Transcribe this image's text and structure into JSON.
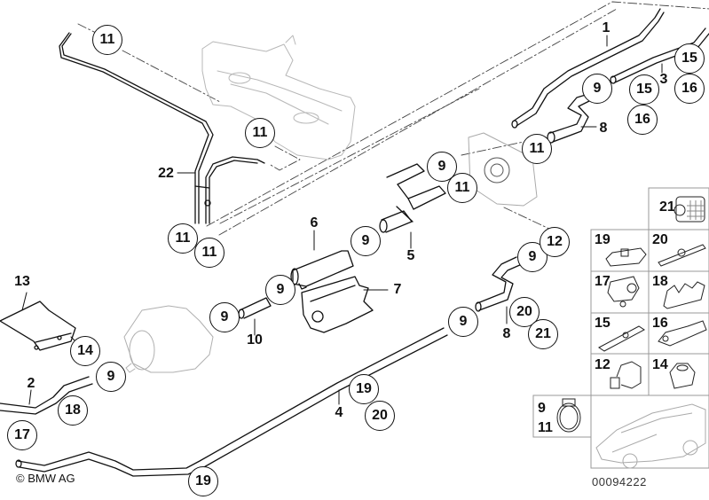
{
  "diagram": {
    "title": "Fuel pump / fuel filter / fuel lines",
    "brand": "BMW",
    "copyright": "© BMW AG",
    "drawing_number": "00094222"
  },
  "callouts": [
    {
      "id": "c1",
      "label": "11"
    },
    {
      "id": "c2",
      "label": "11"
    },
    {
      "id": "c3",
      "label": "11"
    },
    {
      "id": "c4",
      "label": "11"
    },
    {
      "id": "c5",
      "label": "11"
    },
    {
      "id": "c6",
      "label": "11"
    },
    {
      "id": "c7",
      "label": "9"
    },
    {
      "id": "c8",
      "label": "9"
    },
    {
      "id": "c9",
      "label": "9"
    },
    {
      "id": "c10",
      "label": "9"
    },
    {
      "id": "c11",
      "label": "9"
    },
    {
      "id": "c12",
      "label": "9"
    },
    {
      "id": "c13",
      "label": "9"
    },
    {
      "id": "c14",
      "label": "9"
    },
    {
      "id": "c15",
      "label": "12"
    },
    {
      "id": "c16",
      "label": "15"
    },
    {
      "id": "c17",
      "label": "15"
    },
    {
      "id": "c18",
      "label": "16"
    },
    {
      "id": "c19",
      "label": "16"
    },
    {
      "id": "c20",
      "label": "14"
    },
    {
      "id": "c21",
      "label": "18"
    },
    {
      "id": "c22",
      "label": "17"
    },
    {
      "id": "c23",
      "label": "19"
    },
    {
      "id": "c24",
      "label": "20"
    },
    {
      "id": "c25",
      "label": "20"
    },
    {
      "id": "c26",
      "label": "21"
    },
    {
      "id": "c27",
      "label": "19"
    }
  ],
  "part_labels": [
    {
      "id": "p1",
      "label": "1"
    },
    {
      "id": "p2",
      "label": "2"
    },
    {
      "id": "p3",
      "label": "3"
    },
    {
      "id": "p4",
      "label": "4"
    },
    {
      "id": "p5",
      "label": "5"
    },
    {
      "id": "p6",
      "label": "6"
    },
    {
      "id": "p7",
      "label": "7"
    },
    {
      "id": "p8a",
      "label": "8"
    },
    {
      "id": "p8b",
      "label": "8"
    },
    {
      "id": "p10",
      "label": "10"
    },
    {
      "id": "p13",
      "label": "13"
    },
    {
      "id": "p22",
      "label": "22"
    }
  ],
  "legend_cells": [
    {
      "label": "21",
      "part": "clip-cover"
    },
    {
      "label": "19",
      "part": "hose-clip-double"
    },
    {
      "label": "20",
      "part": "bracket-with-nut"
    },
    {
      "label": "17",
      "part": "hose-holder"
    },
    {
      "label": "18",
      "part": "triple-hose-clip"
    },
    {
      "label": "15",
      "part": "holder-bracket"
    },
    {
      "label": "16",
      "part": "multi-hose-clip"
    },
    {
      "label": "12",
      "part": "grommet"
    },
    {
      "label": "14",
      "part": "hex-nut"
    },
    {
      "label": "9\n11",
      "part": "hose-clamp"
    }
  ]
}
